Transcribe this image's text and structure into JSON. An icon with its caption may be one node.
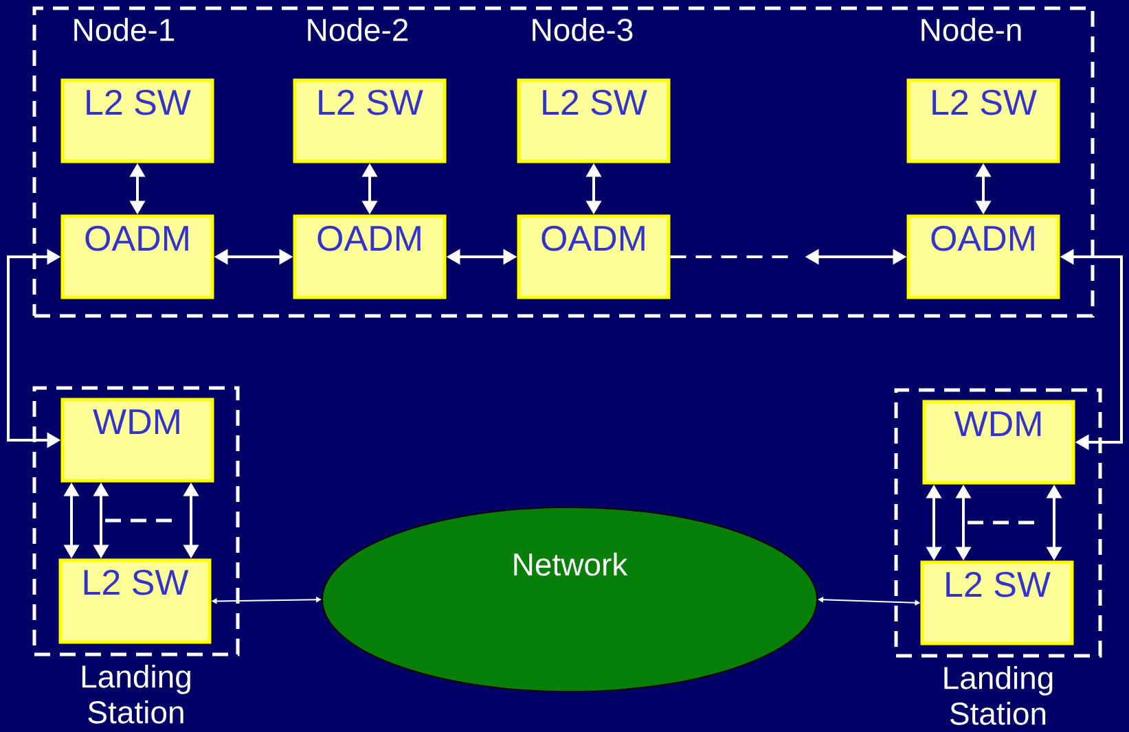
{
  "diagram": {
    "nodes": [
      {
        "text": [],
        "shape": "box"
      },
      {
        "text": [
          "L2 SW"
        ],
        "in": 0
      },
      {
        "text": [
          "OADM"
        ],
        "in": 0
      },
      {
        "text": [
          "L2 SW"
        ],
        "in": 0
      },
      {
        "text": [
          "OADM"
        ],
        "in": 0
      },
      {
        "text": [
          "L2 SW"
        ],
        "in": 0
      },
      {
        "text": [
          "OADM"
        ],
        "in": 0
      },
      {
        "text": [
          "L2 SW"
        ],
        "in": 0
      },
      {
        "text": [
          "OADM"
        ],
        "in": 0
      },
      {
        "text": [
          "Landing Station"
        ]
      },
      {
        "text": [
          "WDM"
        ],
        "in": 9
      },
      {
        "text": [
          "L2 SW"
        ],
        "in": 9
      },
      {
        "text": [
          "Network"
        ]
      },
      {
        "text": [
          "Landing Station"
        ]
      },
      {
        "text": [
          "WDM"
        ],
        "in": 13
      },
      {
        "text": [
          "L2 SW"
        ],
        "in": 13
      }
    ],
    "edges": [
      {
        "from": 1,
        "to": 2,
        "arrow": "both"
      },
      {
        "from": 3,
        "to": 4,
        "arrow": "both"
      },
      {
        "from": 5,
        "to": 6,
        "arrow": "both"
      },
      {
        "from": 7,
        "to": 8,
        "arrow": "both"
      },
      {
        "from": 2,
        "to": 4,
        "arrow": "both"
      },
      {
        "from": 4,
        "to": 6,
        "arrow": "both"
      },
      {
        "from": 6,
        "to": 8,
        "arrow": "to",
        "style": "dashed"
      },
      {
        "from": 2,
        "to": 10,
        "arrow": "both"
      },
      {
        "from": 8,
        "to": 14,
        "arrow": "both"
      },
      {
        "from": 10,
        "to": 11,
        "arrow": "both"
      },
      {
        "from": 10,
        "to": 11,
        "arrow": "both"
      },
      {
        "from": 10,
        "to": 11,
        "arrow": "both"
      },
      {
        "from": 11,
        "to": 12,
        "arrow": "both"
      },
      {
        "from": 12,
        "to": 15,
        "arrow": "both"
      },
      {
        "from": 14,
        "to": 15,
        "arrow": "both"
      },
      {
        "from": 14,
        "to": 15,
        "arrow": "both"
      },
      {
        "from": 14,
        "to": 15,
        "arrow": "both"
      }
    ],
    "labels": [
      "Node-1",
      "Node-2",
      "Node-3",
      "Node-n"
    ]
  }
}
